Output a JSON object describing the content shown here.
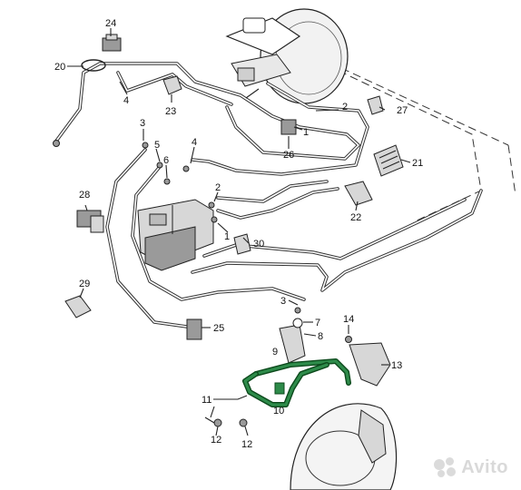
{
  "callouts": {
    "c1": "1",
    "c1b": "1",
    "c2": "2",
    "c2b": "2",
    "c3": "3",
    "c3b": "3",
    "c4": "4",
    "c4b": "4",
    "c5": "5",
    "c6": "6",
    "c7": "7",
    "c8": "8",
    "c9": "9",
    "c10": "10",
    "c11": "11",
    "c12": "12",
    "c12b": "12",
    "c13": "13",
    "c14": "14",
    "c20": "20",
    "c21": "21",
    "c22": "22",
    "c23": "23",
    "c24": "24",
    "c25": "25",
    "c26": "26",
    "c27": "27",
    "c28": "28",
    "c29": "29",
    "c30": "30"
  },
  "watermark": {
    "text": "Avito"
  },
  "colors": {
    "hose_highlight": "#2e8b4a",
    "hose_outline": "#0c4a1c",
    "lines": "#222222"
  }
}
